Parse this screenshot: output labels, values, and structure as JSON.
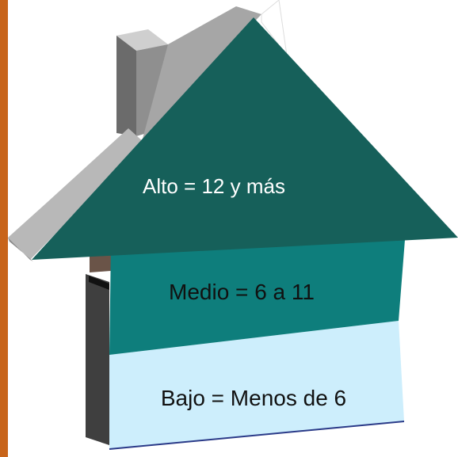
{
  "diagram": {
    "levels": [
      {
        "key": "alto",
        "label": "Alto = 12 y más",
        "color": "#16605a"
      },
      {
        "key": "medio",
        "label": "Medio =  6 a 11",
        "color": "#0e7e7c"
      },
      {
        "key": "bajo",
        "label": "Bajo = Menos de 6",
        "color": "#cdeefc"
      }
    ],
    "colors": {
      "left_border": "#c8641a",
      "roof_side": "#b4b4b4",
      "chimney": "#8f8f8f",
      "wall_shadow": "#3f3f3f"
    }
  }
}
